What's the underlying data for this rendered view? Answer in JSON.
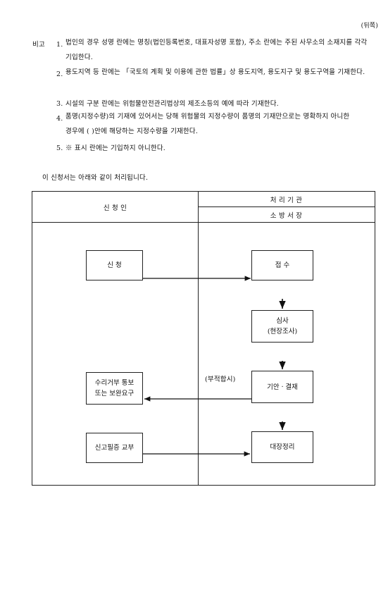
{
  "page_label": "(뒤쪽)",
  "notes": {
    "heading": "비고",
    "items": [
      {
        "num": "1.",
        "text": "법인의 경우 성명 란에는 명칭(법인등록번호, 대표자성명 포함), 주소 란에는 주된 사무소의 소재지를 각각 기입한다."
      },
      {
        "num": "2.",
        "text": "용도지역 등 란에는 「국토의 계획 및 이용에 관한 법률」상 용도지역, 용도지구 및 용도구역을 기재한다."
      },
      {
        "num": "3.",
        "text": "시설의 구분 란에는 위험물안전관리법상의 제조소등의 예에 따라 기재한다."
      },
      {
        "num": "4.",
        "text": "품명(지정수량)의 기재에 있어서는 당해 위험물의 지정수량이 품명의 기재만으로는 명확하지 아니한 경우에 (    )안에 해당하는 지정수량을 기재한다."
      },
      {
        "num": "5.",
        "text": "※ 표시 란에는 기입하지 아니한다."
      }
    ]
  },
  "intro": "이 신청서는 아래와 같이 처리됩니다.",
  "flow": {
    "col_applicant": "신    청    인",
    "col_agency": "처    리    기    관",
    "col_agency_sub": "소    방    서    장",
    "boxes": {
      "apply": "신    청",
      "receipt": "접    수",
      "review_1": "심사",
      "review_2": "(현장조사)",
      "reject_1": "수리거부 통보",
      "reject_2": "또는 보완요구",
      "draft": "기안ㆍ결재",
      "issue": "신고필증 교부",
      "ledger": "대장정리"
    },
    "condition_label": "(부적합시)"
  }
}
